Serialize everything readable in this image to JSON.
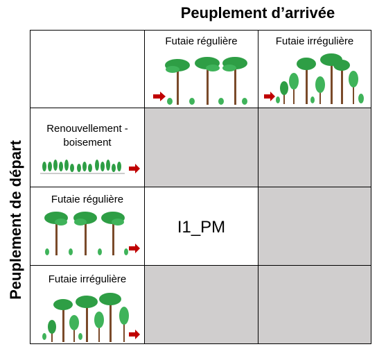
{
  "header": {
    "column_title": "Peuplement d’arrivée",
    "row_title": "Peuplement de départ"
  },
  "columns": [
    {
      "label": "Futaie régulière",
      "icon": "regular-forest-icon"
    },
    {
      "label": "Futaie irrégulière",
      "icon": "irregular-forest-icon"
    }
  ],
  "rows": [
    {
      "label": "Renouvellement - boisement",
      "icon": "young-plantation-icon",
      "cells": [
        "",
        ""
      ]
    },
    {
      "label": "Futaie régulière",
      "icon": "regular-forest-icon",
      "cells": [
        "I1_PM",
        ""
      ]
    },
    {
      "label": "Futaie irrégulière",
      "icon": "irregular-forest-icon",
      "cells": [
        "",
        ""
      ]
    }
  ],
  "colors": {
    "cell_gray": "#d0cece",
    "arrow_red": "#c00000",
    "tree_green": "#2e9e45",
    "trunk_brown": "#7a4a2a"
  }
}
